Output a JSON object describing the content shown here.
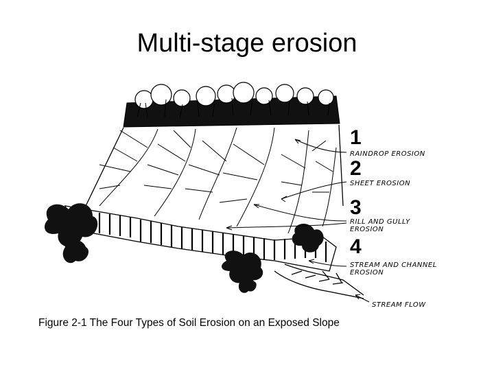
{
  "title": "Multi-stage erosion",
  "labels": {
    "n1": "1",
    "t1": "RAINDROP EROSION",
    "n2": "2",
    "t2": "SHEET EROSION",
    "n3": "3",
    "t3a": "RILL AND GULLY",
    "t3b": "EROSION",
    "n4": "4",
    "t4a": "STREAM AND CHANNEL",
    "t4b": "EROSION",
    "flow": "STREAM FLOW"
  },
  "caption": "Figure 2-1 The Four Types of Soil Erosion on an Exposed Slope"
}
